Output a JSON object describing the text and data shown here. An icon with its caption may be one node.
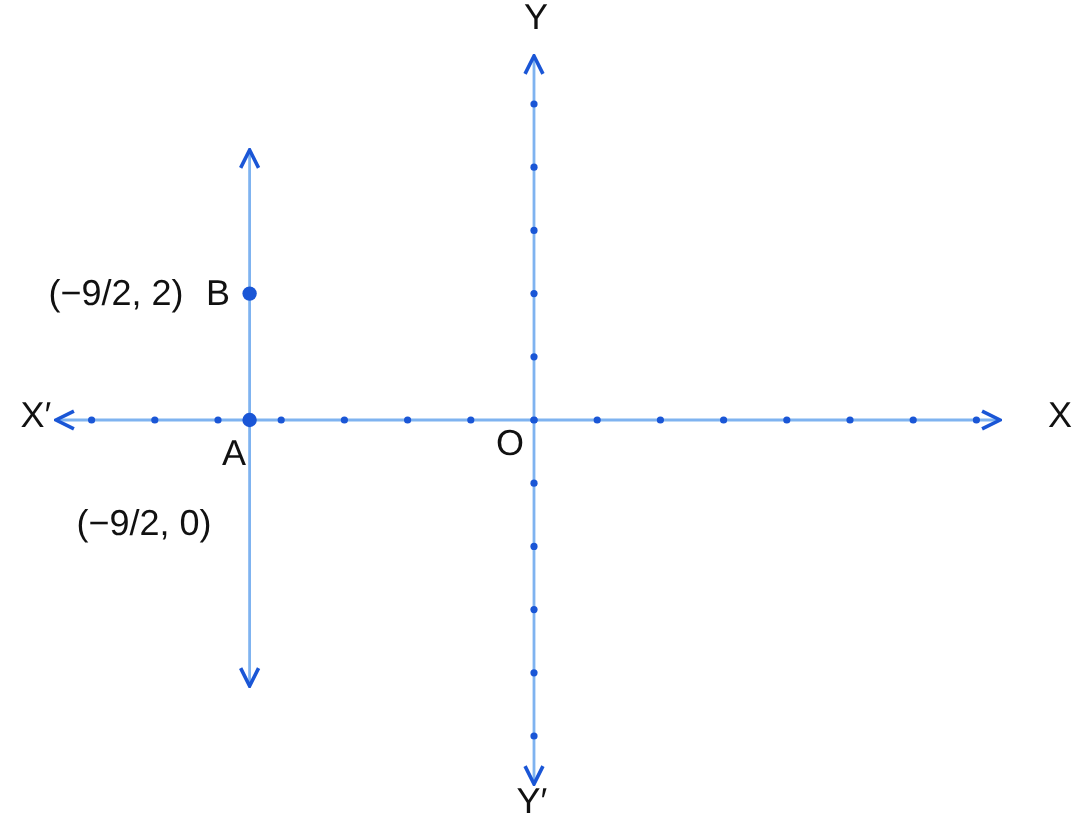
{
  "diagram": {
    "labels": [
      "Y",
      "(−9/2, 2)",
      "B",
      "X′",
      "A",
      "O",
      "X",
      "(−9/2, 0)",
      "Y′"
    ]
  }
}
